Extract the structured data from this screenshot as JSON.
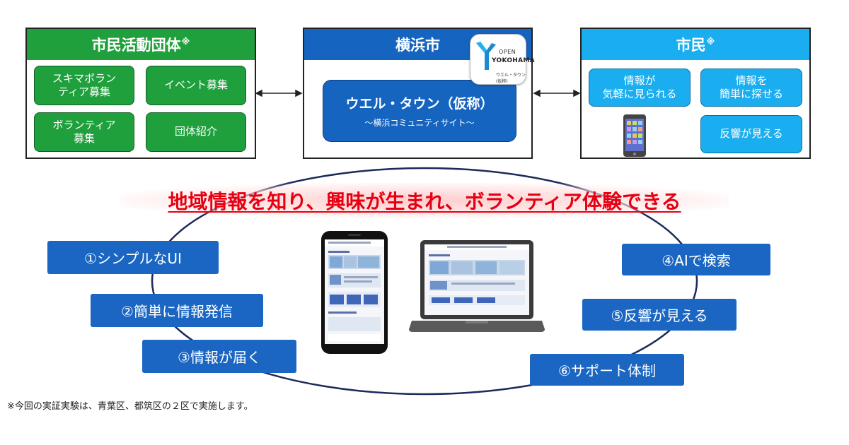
{
  "left_panel": {
    "title": "市民活動団体",
    "mark": "※",
    "items": [
      "スキマボラン\nティア募集",
      "イベント募集",
      "ボランティア\n募集",
      "団体紹介"
    ],
    "color": "#1fa03d"
  },
  "center_panel": {
    "title": "横浜市",
    "main_title": "ウエル・タウン（仮称）",
    "main_subtitle": "～横浜コミュニティサイト～",
    "logo": {
      "open": "OPEN",
      "yokohama": "YOKOHAMA",
      "town": "ウエル・タウン(仮称)"
    },
    "color": "#1565c0"
  },
  "right_panel": {
    "title": "市民",
    "mark": "※",
    "items": [
      "情報が\n気軽に見られる",
      "情報を\n簡単に探せる",
      "反響が見える"
    ],
    "color": "#1aaef0",
    "icon": "smartphone-icon"
  },
  "headline": "地域情報を知り、興味が生まれ、ボランティア体験できる",
  "features_left": [
    "①シンプルなUI",
    "②簡単に情報発信",
    "③情報が届く"
  ],
  "features_right": [
    "④AIで検索",
    "⑤反響が見える",
    "⑥サポート体制"
  ],
  "devices": {
    "phone": "smartphone-icon",
    "laptop": "laptop-icon"
  },
  "footnote": "※今回の実証実験は、青葉区、都筑区の２区で実施します。",
  "colors": {
    "green": "#1fa03d",
    "blue": "#1565c0",
    "cyan": "#1aaef0",
    "feature_blue": "#1a66c2",
    "headline_red": "#e60012"
  }
}
